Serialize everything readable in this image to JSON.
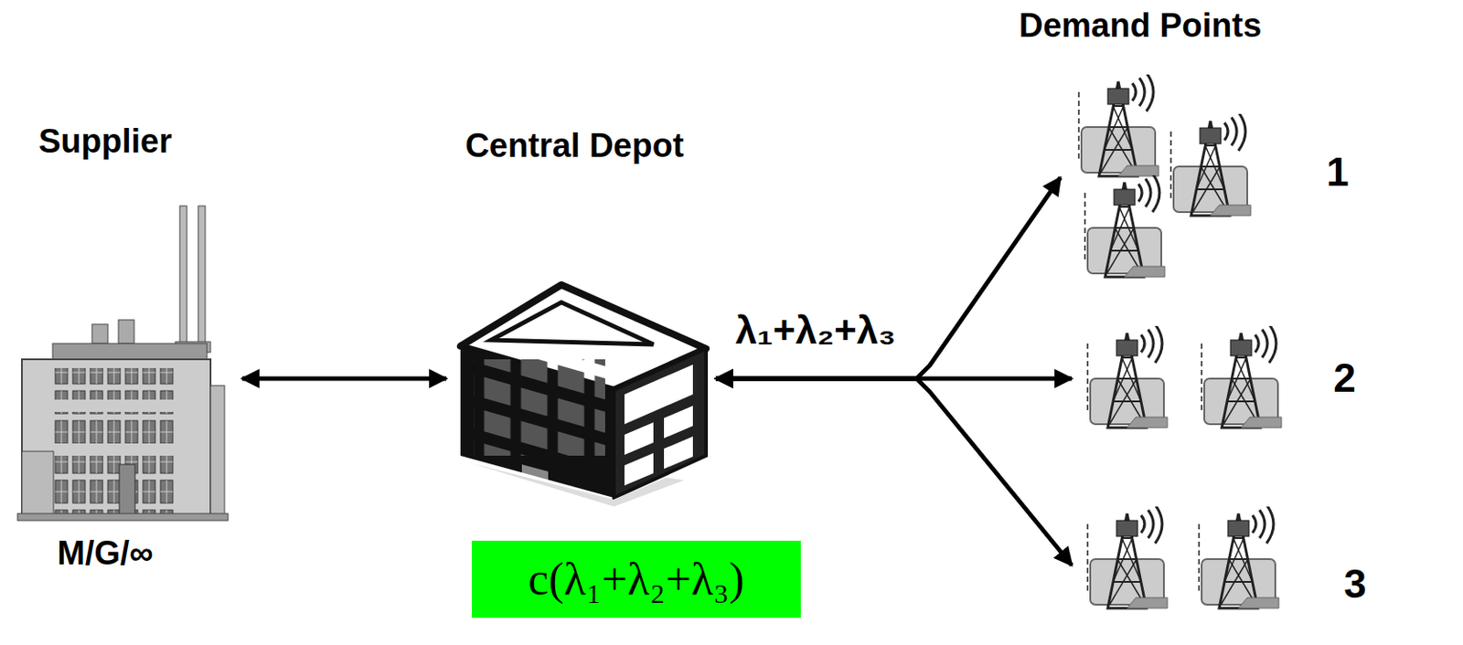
{
  "diagram": {
    "nodes": [
      {
        "text": [
          "Supplier",
          "M/G/∞"
        ]
      },
      {
        "text": [
          "Central Depot"
        ]
      },
      {
        "text": [
          "c(λ₁+λ₂+λ₃)"
        ]
      },
      {
        "text": [
          "1"
        ]
      },
      {
        "text": [
          "2"
        ]
      },
      {
        "text": [
          "3"
        ]
      }
    ],
    "edges": [
      {
        "from": 0,
        "to": 1,
        "arrow": "both"
      },
      {
        "from": 1,
        "to": 3,
        "arrow": "both"
      },
      {
        "from": 1,
        "to": 4,
        "arrow": "both"
      },
      {
        "from": 1,
        "to": 5,
        "arrow": "both"
      }
    ],
    "labels": [
      "Demand Points",
      "λ₁+λ₂+λ₃"
    ]
  }
}
